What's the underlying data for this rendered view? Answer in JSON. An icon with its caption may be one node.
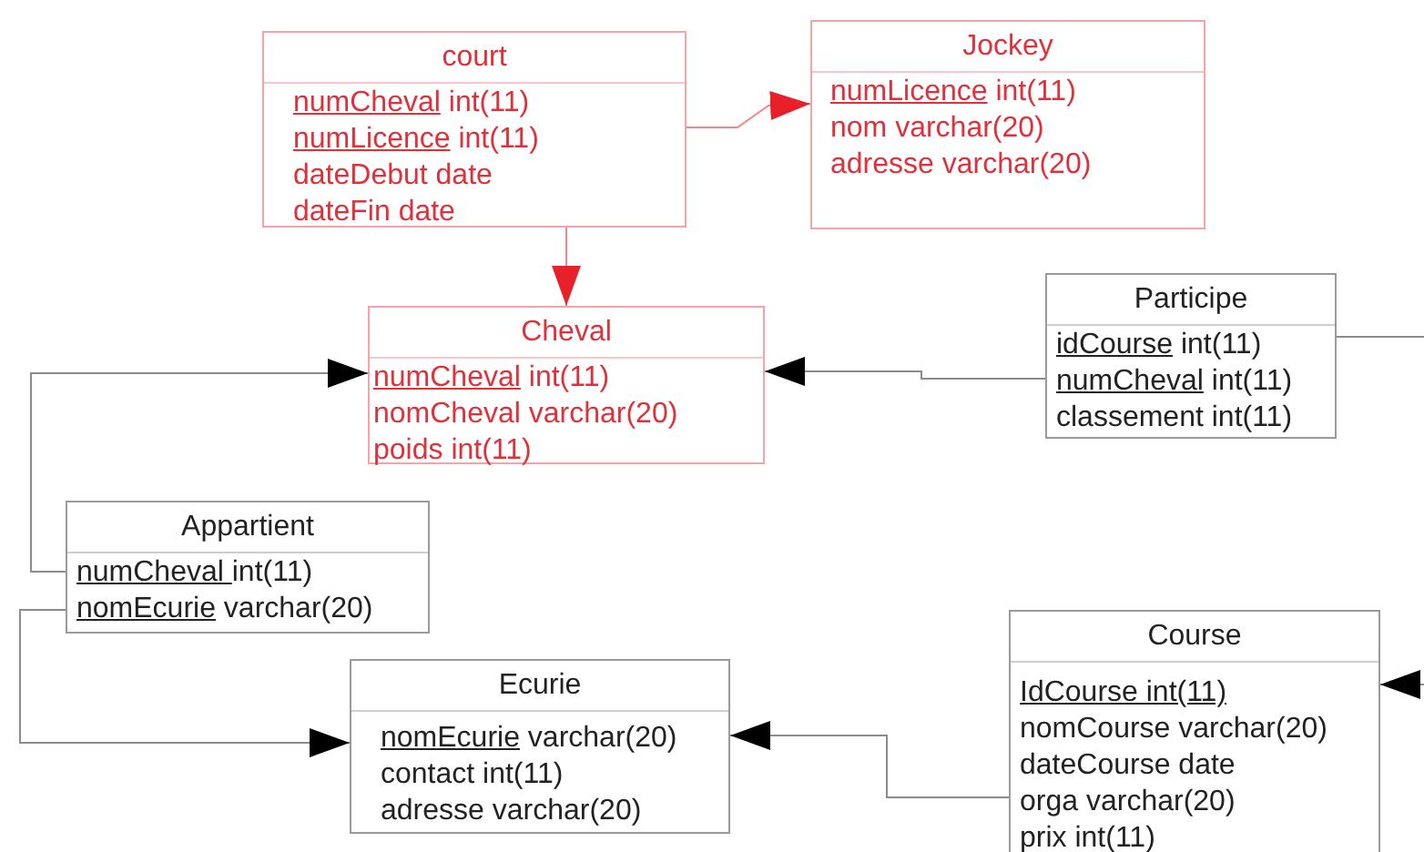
{
  "diagram": {
    "nodes": [
      {
        "text": [
          "court",
          "numCheval int(11)",
          "numLicence int(11)",
          "dateDebut date",
          "dateFin date"
        ]
      },
      {
        "text": [
          "Jockey",
          "numLicence int(11)",
          "nom varchar(20)",
          "adresse varchar(20)"
        ]
      },
      {
        "text": [
          "Cheval",
          "numCheval int(11)",
          "nomCheval varchar(20)",
          "poids int(11)"
        ]
      },
      {
        "text": [
          "Participe",
          "idCourse int(11)",
          "numCheval int(11)",
          "classement int(11)"
        ]
      },
      {
        "text": [
          "Appartient",
          "numCheval int(11)",
          "nomEcurie varchar(20)"
        ]
      },
      {
        "text": [
          "Course",
          "IdCourse int(11)",
          "nomCourse varchar(20)",
          "dateCourse date",
          "orga varchar(20)",
          "prix int(11)"
        ]
      },
      {
        "text": [
          "Ecurie",
          "nomEcurie varchar(20)",
          "contact int(11)",
          "adresse varchar(20)"
        ]
      }
    ],
    "edges": [
      {
        "from": 0,
        "to": 1,
        "arrow": "to",
        "color": "#e8202a"
      },
      {
        "from": 0,
        "to": 2,
        "arrow": "to",
        "color": "#e8202a"
      },
      {
        "from": 3,
        "to": 2,
        "arrow": "to"
      },
      {
        "from": 3,
        "to": 5,
        "arrow": "to"
      },
      {
        "from": 4,
        "to": 2,
        "arrow": "to"
      },
      {
        "from": 4,
        "to": 6,
        "arrow": "to"
      },
      {
        "from": 5,
        "to": 6,
        "arrow": "to"
      }
    ]
  }
}
